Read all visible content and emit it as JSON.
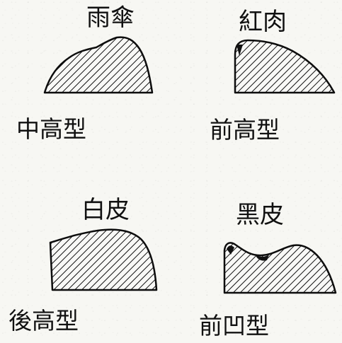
{
  "diagram": {
    "items": [
      {
        "name": "雨傘",
        "type": "中高型"
      },
      {
        "name": "紅肉",
        "type": "前高型"
      },
      {
        "name": "白皮",
        "type": "後高型"
      },
      {
        "name": "黑皮",
        "type": "前凹型"
      }
    ]
  }
}
